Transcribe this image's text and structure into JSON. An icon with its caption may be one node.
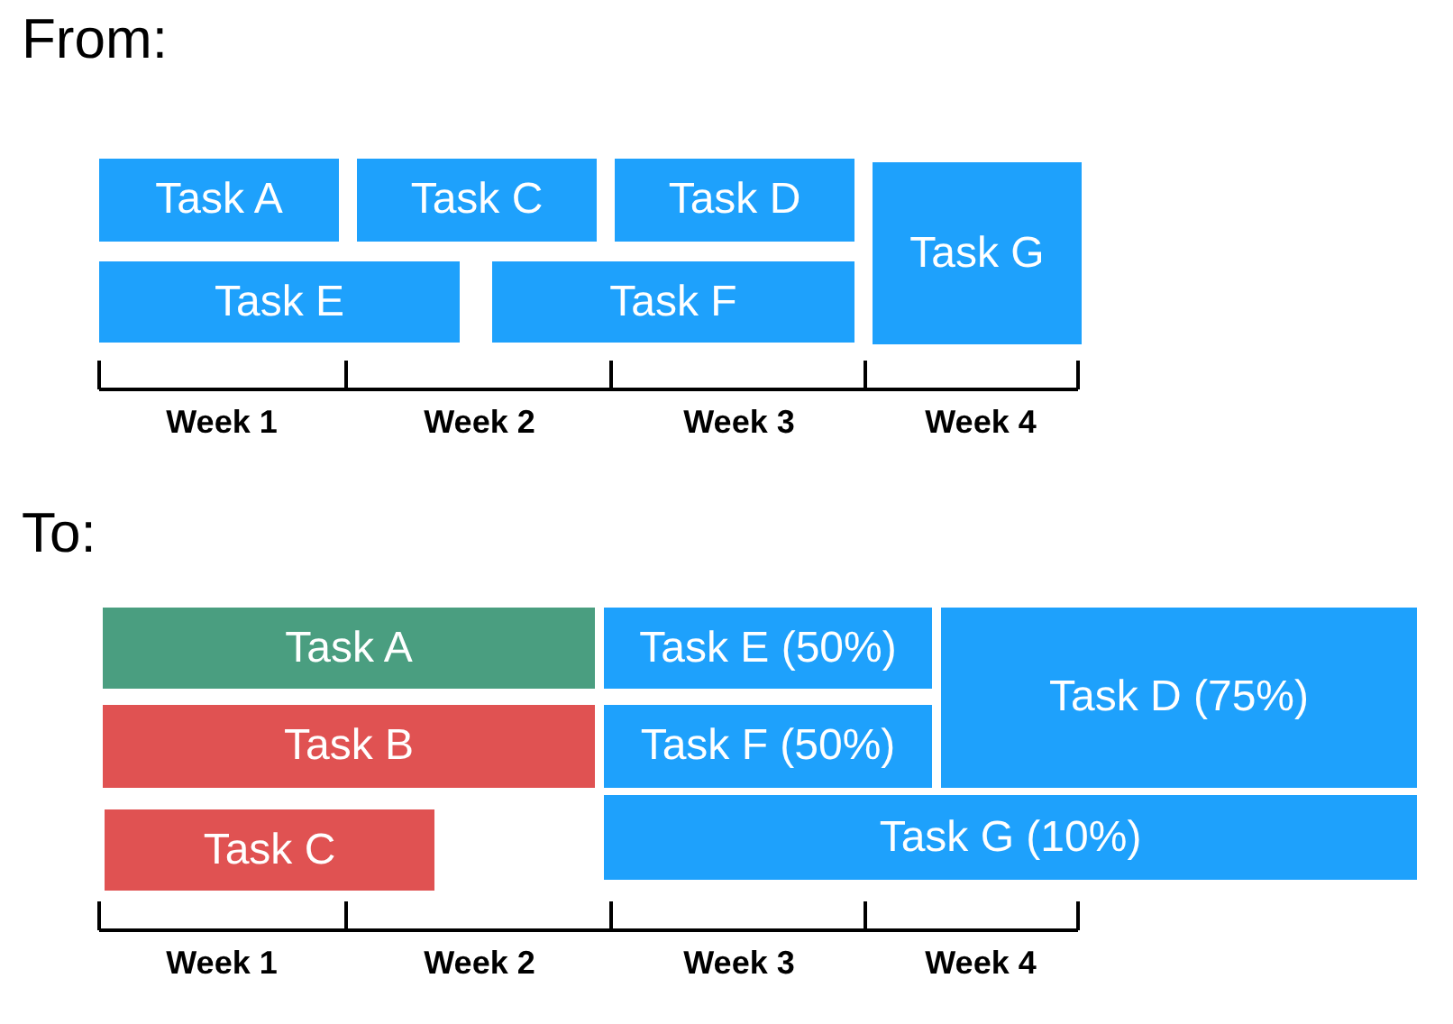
{
  "diagram": {
    "nodes": [
      {
        "text": [
          "Task A"
        ]
      },
      {
        "text": [
          "Task C"
        ]
      },
      {
        "text": [
          "Task D"
        ]
      },
      {
        "text": [
          "Task G"
        ]
      },
      {
        "text": [
          "Task E"
        ]
      },
      {
        "text": [
          "Task F"
        ]
      },
      {
        "text": [
          "Task A"
        ]
      },
      {
        "text": [
          "Task E (50%)"
        ]
      },
      {
        "text": [
          "Task D (75%)"
        ]
      },
      {
        "text": [
          "Task B"
        ]
      },
      {
        "text": [
          "Task F (50%)"
        ]
      },
      {
        "text": [
          "Task G (10%)"
        ]
      },
      {
        "text": [
          "Task C"
        ]
      }
    ],
    "labels": [
      "From:",
      "Week 1",
      "Week 2",
      "Week 3",
      "Week 4",
      "To:",
      "Week 1",
      "Week 2",
      "Week 3",
      "Week 4"
    ]
  }
}
